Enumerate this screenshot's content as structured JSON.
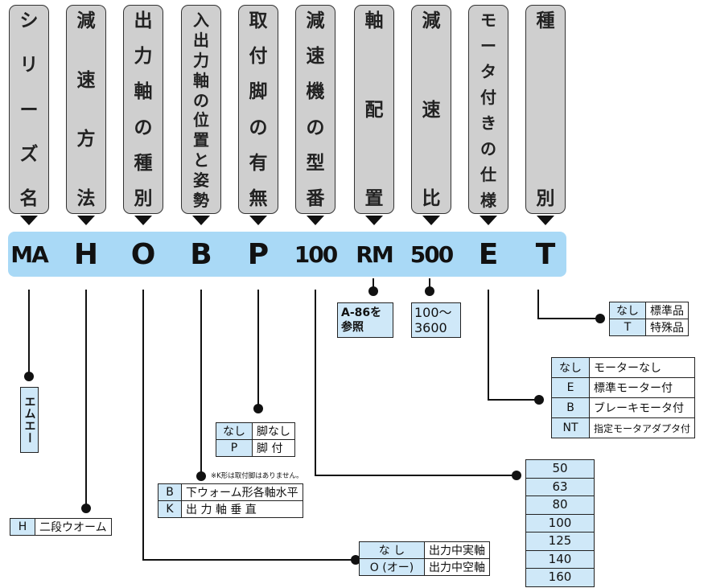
{
  "headers": [
    {
      "id": "series",
      "text": "シリーズ名"
    },
    {
      "id": "reduction-method",
      "text": "減速方法"
    },
    {
      "id": "output-shaft-type",
      "text": "出力軸の種別"
    },
    {
      "id": "shaft-position",
      "text": "入出力軸の位置と姿勢"
    },
    {
      "id": "mount-foot",
      "text": "取付脚の有無"
    },
    {
      "id": "reducer-model",
      "text": "減速機の型番"
    },
    {
      "id": "shaft-arrangement",
      "text": "軸配置"
    },
    {
      "id": "reduction-ratio",
      "text": "減速比"
    },
    {
      "id": "motor-spec",
      "text": "モータ付きの仕様"
    },
    {
      "id": "type",
      "text": "種別"
    }
  ],
  "codes": [
    "MA",
    "H",
    "O",
    "B",
    "P",
    "100",
    "RM",
    "500",
    "E",
    "T"
  ],
  "series_box": "エムエー",
  "method_table": [
    {
      "key": "H",
      "value": "二段ウオーム"
    }
  ],
  "foot_table": [
    {
      "key": "なし",
      "value": "脚なし"
    },
    {
      "key": "P",
      "value": "脚 付"
    }
  ],
  "foot_note": "※K形は取付脚はありません。",
  "position_table": [
    {
      "key": "B",
      "value": "下ウォーム形各軸水平"
    },
    {
      "key": "K",
      "value": "出 力 軸 垂 直"
    }
  ],
  "output_table": [
    {
      "key": "な し",
      "value": "出力中実軸"
    },
    {
      "key": "O (オー)",
      "value": "出力中空軸"
    }
  ],
  "model_list": [
    "50",
    "63",
    "80",
    "100",
    "125",
    "140",
    "160"
  ],
  "arrangement_box": "A-86を参照",
  "ratio_box": "100～3600",
  "type_table": [
    {
      "key": "なし",
      "value": "標準品"
    },
    {
      "key": "T",
      "value": "特殊品"
    }
  ],
  "motor_table": [
    {
      "key": "なし",
      "value": "モーターなし"
    },
    {
      "key": "E",
      "value": "標準モーター付"
    },
    {
      "key": "B",
      "value": "ブレーキモータ付"
    },
    {
      "key": "NT",
      "value": "指定モータアダプタ付"
    }
  ]
}
